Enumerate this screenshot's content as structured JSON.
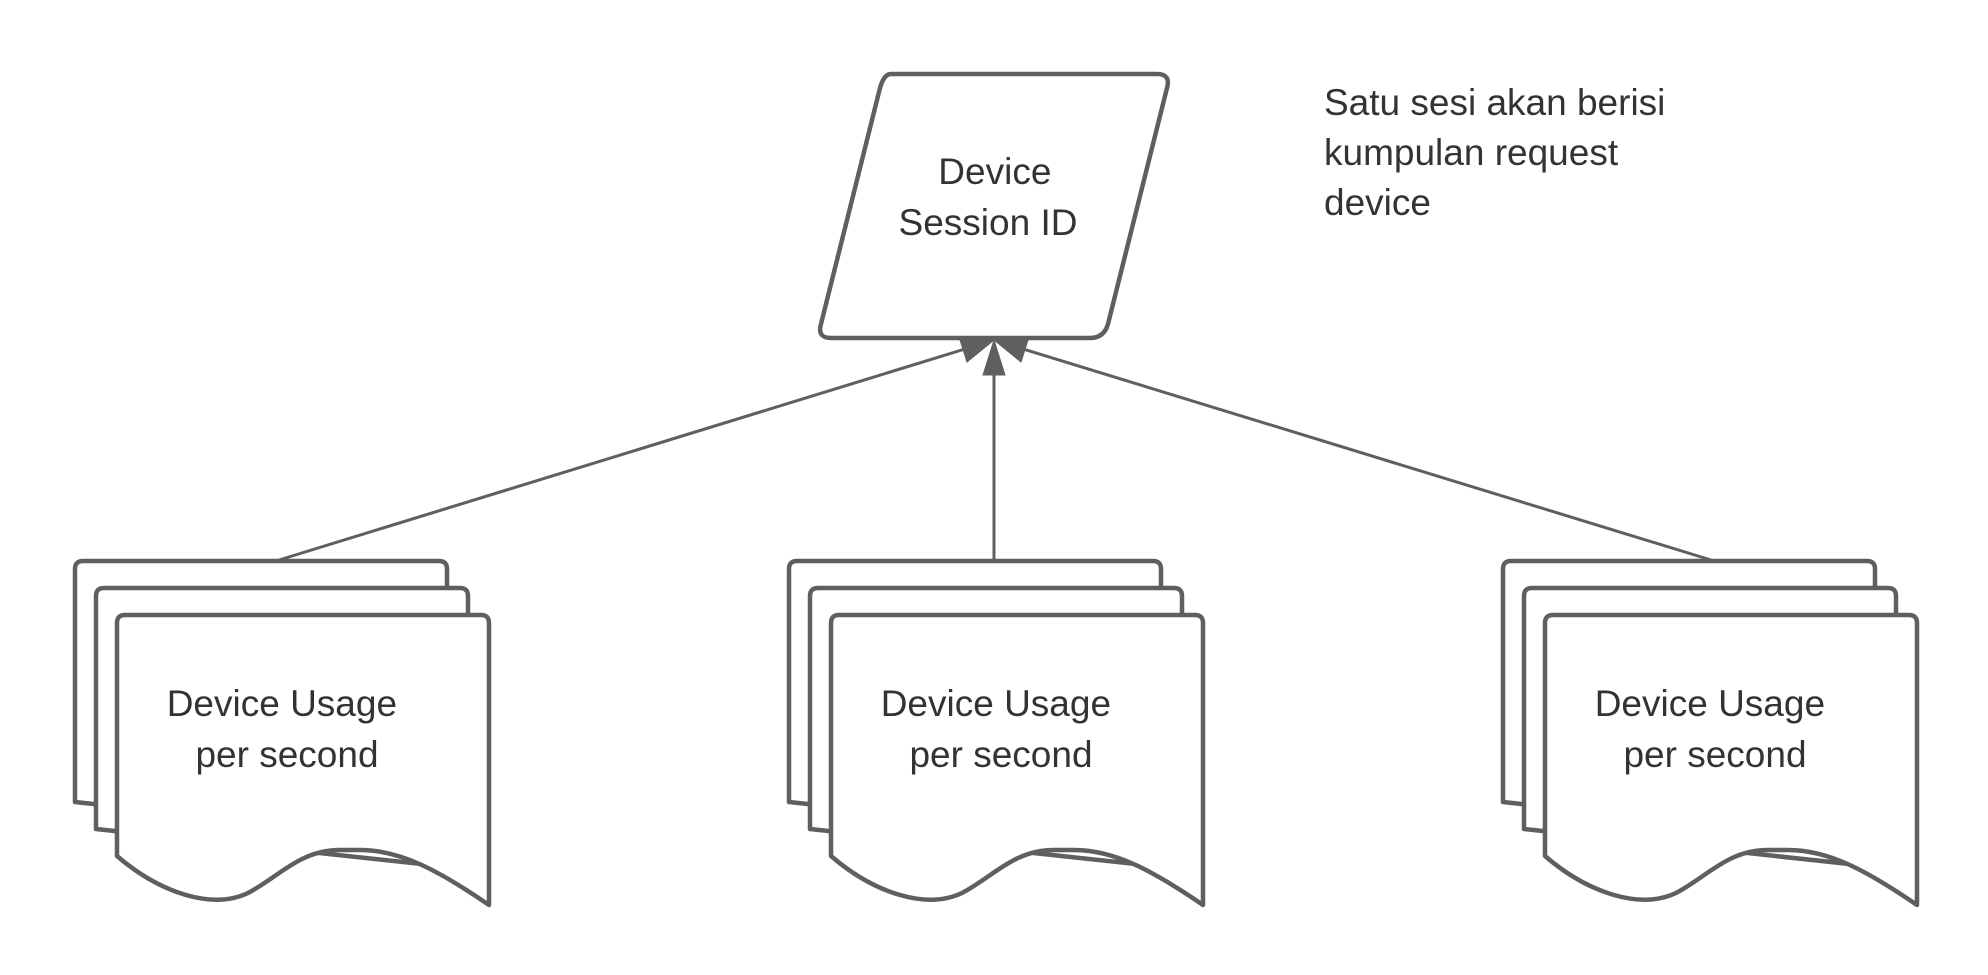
{
  "diagram": {
    "session_node": {
      "line1": "Device",
      "line2": "Session ID",
      "shape": "parallelogram"
    },
    "note": {
      "line1": "Satu sesi akan berisi",
      "line2": "kumpulan request",
      "line3": "device"
    },
    "usage_nodes": [
      {
        "line1": "Device Usage",
        "line2": "per second",
        "shape": "multiple-documents"
      },
      {
        "line1": "Device Usage",
        "line2": "per second",
        "shape": "multiple-documents"
      },
      {
        "line1": "Device Usage",
        "line2": "per second",
        "shape": "multiple-documents"
      }
    ],
    "edges": [
      {
        "from": "usage_nodes.0",
        "to": "session_node",
        "arrow": "to"
      },
      {
        "from": "usage_nodes.1",
        "to": "session_node",
        "arrow": "to"
      },
      {
        "from": "usage_nodes.2",
        "to": "session_node",
        "arrow": "to"
      }
    ],
    "colors": {
      "stroke": "#5f5f5f",
      "text": "#333333",
      "background": "#ffffff"
    }
  }
}
